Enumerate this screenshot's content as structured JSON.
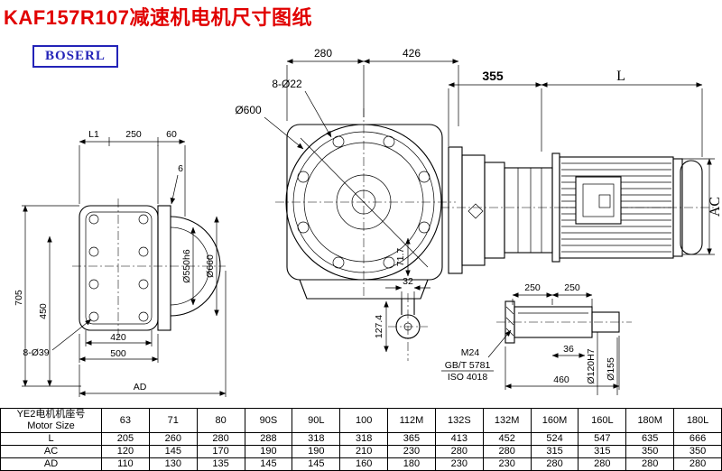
{
  "page": {
    "title": "KAF157R107减速机电机尺寸图纸",
    "logo": "BOSERL"
  },
  "colors": {
    "title_red": "#e10000",
    "logo_blue": "#2323b8",
    "line_black": "#000000"
  },
  "dims": {
    "l1": "L1",
    "w250": "250",
    "w60": "60",
    "t6": "6",
    "h705": "705",
    "h450": "450",
    "d550": "Ø550h6",
    "d660": "Ø660",
    "holes39": "8-Ø39",
    "w420": "420",
    "w500": "500",
    "ad": "AD",
    "w280": "280",
    "w426": "426",
    "holes22": "8-Ø22",
    "d600": "Ø600",
    "h717": "71.7",
    "w32": "32",
    "h1274": "127.4",
    "l355": "355",
    "l": "L",
    "ac": "AC",
    "s250a": "250",
    "s250b": "250",
    "m24": "M24",
    "gbt": "GB/T 5781",
    "iso": "ISO 4018",
    "k36": "36",
    "len460": "460",
    "d120": "Ø120H7",
    "d155": "Ø155"
  },
  "table": {
    "header_cn": "YE2电机机座号",
    "header_en": "Motor Size",
    "columns": [
      "63",
      "71",
      "80",
      "90S",
      "90L",
      "100",
      "112M",
      "132S",
      "132M",
      "160M",
      "160L",
      "180M",
      "180L"
    ],
    "rows": [
      {
        "label": "L",
        "values": [
          "205",
          "260",
          "280",
          "288",
          "318",
          "318",
          "365",
          "413",
          "452",
          "524",
          "547",
          "635",
          "666"
        ]
      },
      {
        "label": "AC",
        "values": [
          "120",
          "145",
          "170",
          "190",
          "190",
          "210",
          "230",
          "280",
          "280",
          "315",
          "315",
          "350",
          "350"
        ]
      },
      {
        "label": "AD",
        "values": [
          "110",
          "130",
          "135",
          "145",
          "145",
          "160",
          "180",
          "230",
          "230",
          "280",
          "280",
          "280",
          "280"
        ]
      }
    ]
  }
}
